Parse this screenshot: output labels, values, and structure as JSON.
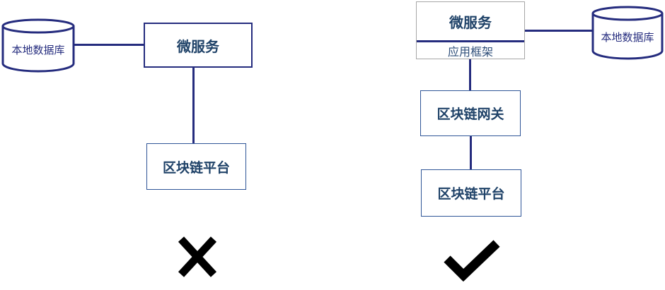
{
  "colors": {
    "connector": "#252C7E",
    "box_text": "#1F4268",
    "thin_box_border": "#2F5597",
    "combo_box_border": "#A6A6A6",
    "divider": "#252C7E",
    "verdict_mark": "#000000",
    "background": "#FFFFFF"
  },
  "left_diagram": {
    "database_label": "本地数据库",
    "microservice_label": "微服务",
    "platform_label": "区块链平台",
    "verdict": "x-mark"
  },
  "right_diagram": {
    "microservice_label": "微服务",
    "framework_label": "应用框架",
    "database_label": "本地数据库",
    "gateway_label": "区块链网关",
    "platform_label": "区块链平台",
    "verdict": "check-mark"
  }
}
